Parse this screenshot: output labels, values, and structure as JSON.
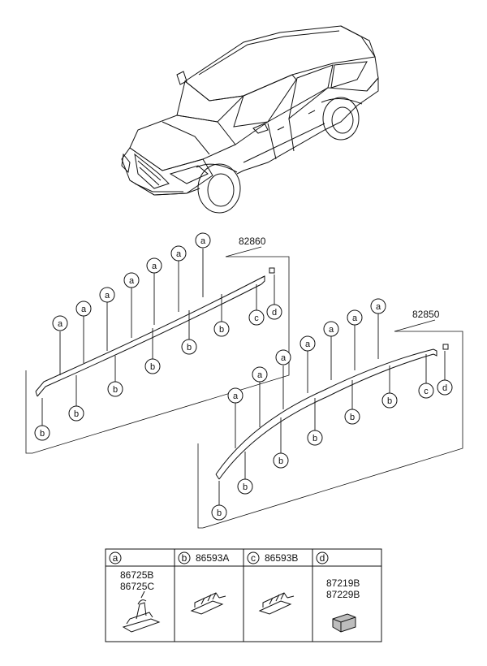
{
  "assemblies": [
    {
      "part_no": "82860"
    },
    {
      "part_no": "82850"
    }
  ],
  "callout_letters": {
    "a": "a",
    "b": "b",
    "c": "c",
    "d": "d"
  },
  "table": {
    "columns": [
      {
        "letter": "a",
        "part_numbers": [
          "86725B",
          "86725C"
        ]
      },
      {
        "letter": "b",
        "part_numbers": [
          "86593A"
        ]
      },
      {
        "letter": "c",
        "part_numbers": [
          "86593B"
        ]
      },
      {
        "letter": "d",
        "part_numbers": [
          "87219B",
          "87229B"
        ]
      }
    ]
  }
}
